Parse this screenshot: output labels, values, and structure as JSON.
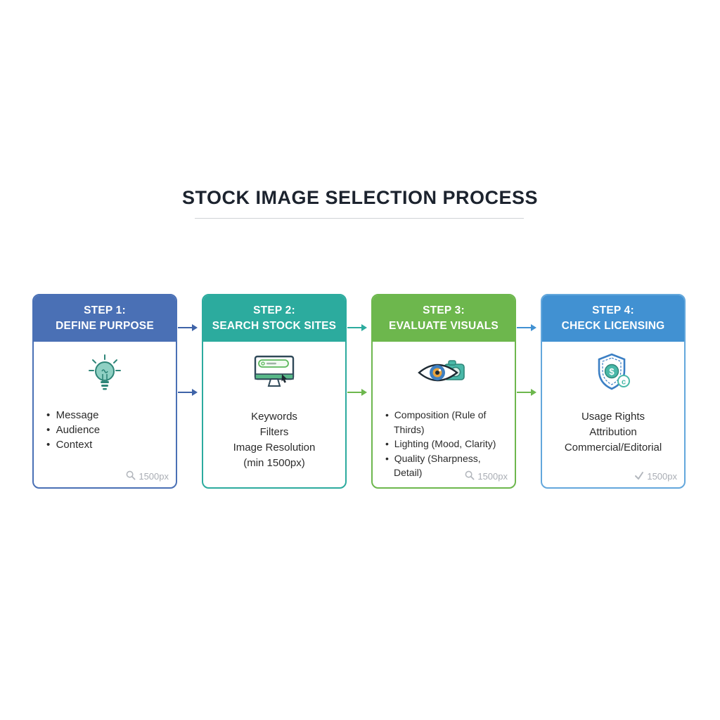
{
  "title": "STOCK IMAGE SELECTION PROCESS",
  "steps": [
    {
      "step_label": "STEP 1:",
      "step_title": "DEFINE PURPOSE",
      "icon": "lightbulb-icon",
      "items": [
        "Message",
        "Audience",
        "Context"
      ],
      "footer": "1500px",
      "footer_icon": "magnifier-icon",
      "colors": {
        "header": "#4a70b5",
        "border": "#4a70b5"
      }
    },
    {
      "step_label": "STEP 2:",
      "step_title": "SEARCH STOCK SITES",
      "icon": "monitor-search-icon",
      "lines": [
        "Keywords",
        "Filters",
        "Image Resolution",
        "(min 1500px)"
      ],
      "colors": {
        "header": "#2cab9e",
        "border": "#2cab9e"
      }
    },
    {
      "step_label": "STEP 3:",
      "step_title": "EVALUATE VISUALS",
      "icon": "eye-camera-icon",
      "items": [
        "Composition (Rule of Thirds)",
        "Lighting (Mood, Clarity)",
        "Quality (Sharpness, Detail)"
      ],
      "footer": "1500px",
      "footer_icon": "magnifier-icon",
      "colors": {
        "header": "#6db74d",
        "border": "#6db74d"
      }
    },
    {
      "step_label": "STEP 4:",
      "step_title": "CHECK LICENSING",
      "icon": "shield-dollar-icon",
      "lines": [
        "Usage Rights",
        "Attribution",
        "Commercial/Editorial"
      ],
      "footer": "1500px",
      "footer_icon": "check-icon",
      "colors": {
        "header": "#4191d2",
        "border": "#63a7dc"
      }
    }
  ],
  "arrows": [
    {
      "top_color": "#3e63a8",
      "mid_color": "#3e63a8"
    },
    {
      "top_color": "#2cab9e",
      "mid_color": "#6db74d"
    },
    {
      "top_color": "#4191d2",
      "mid_color": "#6db74d"
    }
  ]
}
